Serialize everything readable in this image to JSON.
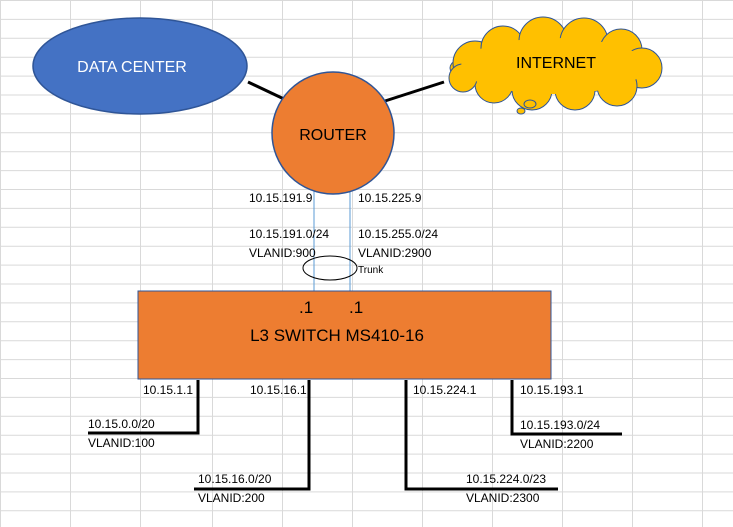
{
  "colors": {
    "data_center_fill": "#4472c4",
    "router_fill": "#ed7d31",
    "internet_fill": "#ffc000",
    "switch_fill": "#ed7d31",
    "shape_border": "#2f5597",
    "trunk_line": "#5b9bd5",
    "grid_line": "#d9d9d9"
  },
  "nodes": {
    "data_center": "DATA CENTER",
    "router": "ROUTER",
    "internet": "INTERNET",
    "switch": "L3 SWITCH MS410-16"
  },
  "router_links": {
    "left_ip": "10.15.191.9",
    "right_ip": "10.15.225.9"
  },
  "trunk": {
    "label": "Trunk",
    "left_subnet": "10.15.191.0/24",
    "left_vlan": "VLANID:900",
    "right_subnet": "10.15.255.0/24",
    "right_vlan": "VLANID:2900"
  },
  "switch_ports": {
    "left_dot": ".1",
    "right_dot": ".1"
  },
  "vlans": [
    {
      "gateway": "10.15.1.1",
      "subnet": "10.15.0.0/20",
      "vlan": "VLANID:100"
    },
    {
      "gateway": "10.15.16.1",
      "subnet": "10.15.16.0/20",
      "vlan": "VLANID:200"
    },
    {
      "gateway": "10.15.224.1",
      "subnet": "10.15.224.0/23",
      "vlan": "VLANID:2300"
    },
    {
      "gateway": "10.15.193.1",
      "subnet": "10.15.193.0/24",
      "vlan": "VLANID:2200"
    }
  ]
}
